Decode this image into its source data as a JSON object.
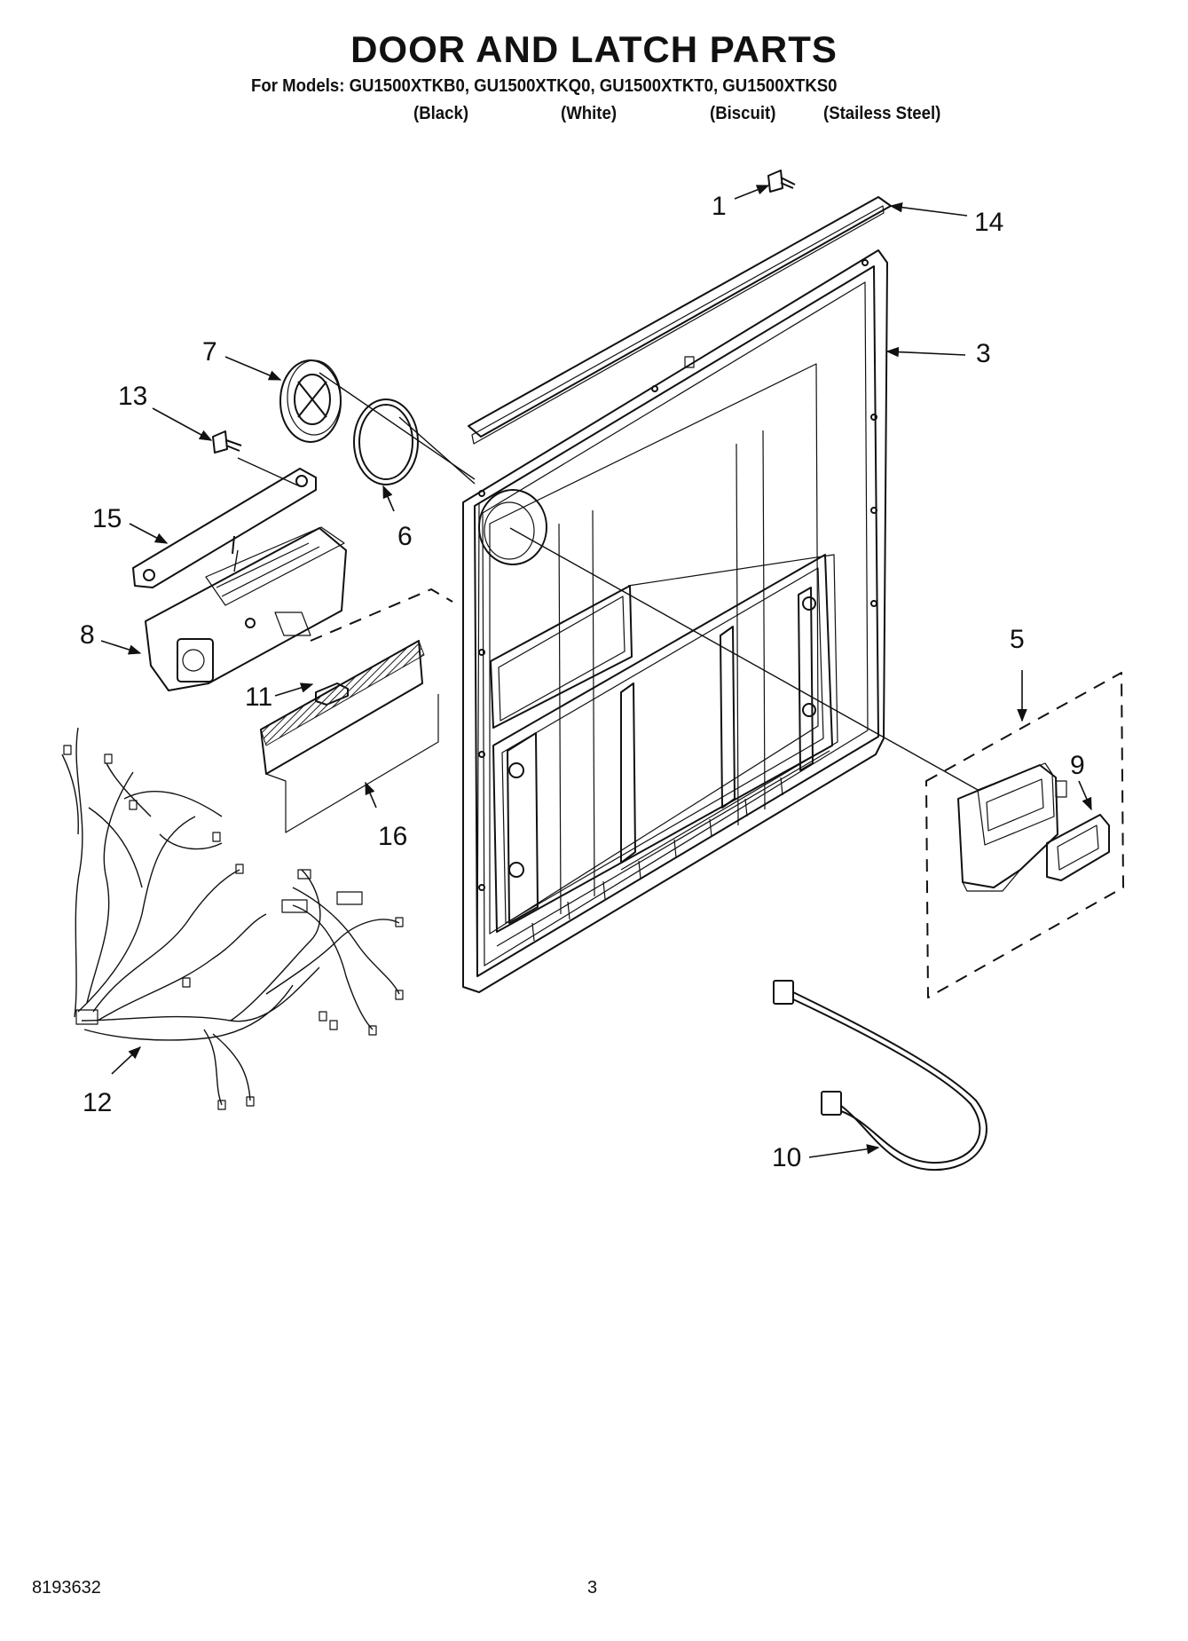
{
  "header": {
    "title": "DOOR AND LATCH PARTS",
    "models_line": "For Models: GU1500XTKB0, GU1500XTKQ0, GU1500XTKT0, GU1500XTKS0",
    "colors": [
      "(Black)",
      "(White)",
      "(Biscuit)",
      "(Stailess Steel)"
    ]
  },
  "callouts": [
    {
      "id": "1",
      "label": "1"
    },
    {
      "id": "14",
      "label": "14"
    },
    {
      "id": "3",
      "label": "3"
    },
    {
      "id": "7",
      "label": "7"
    },
    {
      "id": "13",
      "label": "13"
    },
    {
      "id": "6",
      "label": "6"
    },
    {
      "id": "15",
      "label": "15"
    },
    {
      "id": "8",
      "label": "8"
    },
    {
      "id": "11",
      "label": "11"
    },
    {
      "id": "16",
      "label": "16"
    },
    {
      "id": "5",
      "label": "5"
    },
    {
      "id": "9",
      "label": "9"
    },
    {
      "id": "12",
      "label": "12"
    },
    {
      "id": "10",
      "label": "10"
    }
  ],
  "footer": {
    "doc_number": "8193632",
    "page_number": "3"
  }
}
